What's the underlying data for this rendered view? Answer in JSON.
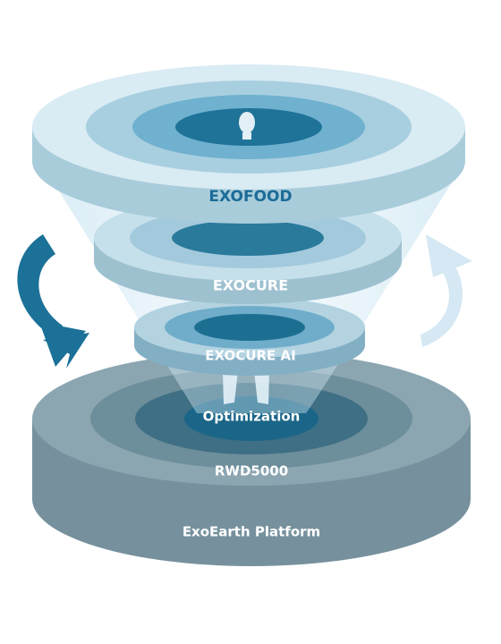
{
  "layers": {
    "exofood": "EXOFOOD",
    "exocure": "EXOCURE",
    "exocure_ai": "EXOCURE AI",
    "optimization": "Optimization",
    "rwd": "RWD5000",
    "platform": "ExoEarth Platform"
  },
  "colors": {
    "top_label": "#1b6c97",
    "white_label": "#ffffff",
    "arrow_left": "#1b7198",
    "arrow_right": "#d5e8f3"
  }
}
